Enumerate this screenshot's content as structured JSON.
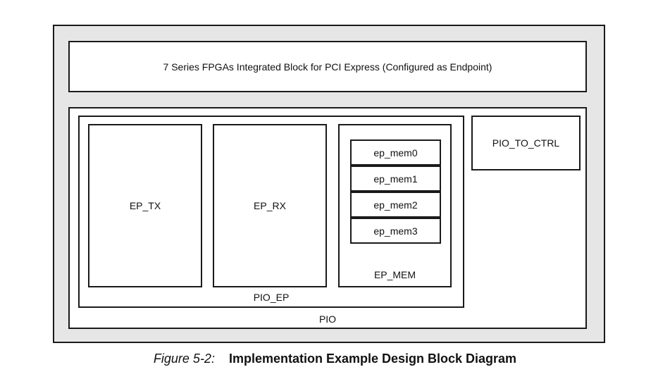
{
  "diagram": {
    "hard_block_label": "7 Series FPGAs Integrated Block for PCI Express (Configured as Endpoint)",
    "pio_label": "PIO",
    "pio_ep_label": "PIO_EP",
    "ep_tx_label": "EP_TX",
    "ep_rx_label": "EP_RX",
    "ep_mem_label": "EP_MEM",
    "mem_cells": [
      "ep_mem0",
      "ep_mem1",
      "ep_mem2",
      "ep_mem3"
    ],
    "pio_to_ctrl_label": "PIO_TO_CTRL"
  },
  "caption": {
    "prefix": "Figure 5-2:",
    "title": "Implementation Example Design Block Diagram"
  },
  "colors": {
    "frame_fill": "#e6e6e6",
    "stroke": "#1a1a1a",
    "box_fill": "#ffffff"
  }
}
